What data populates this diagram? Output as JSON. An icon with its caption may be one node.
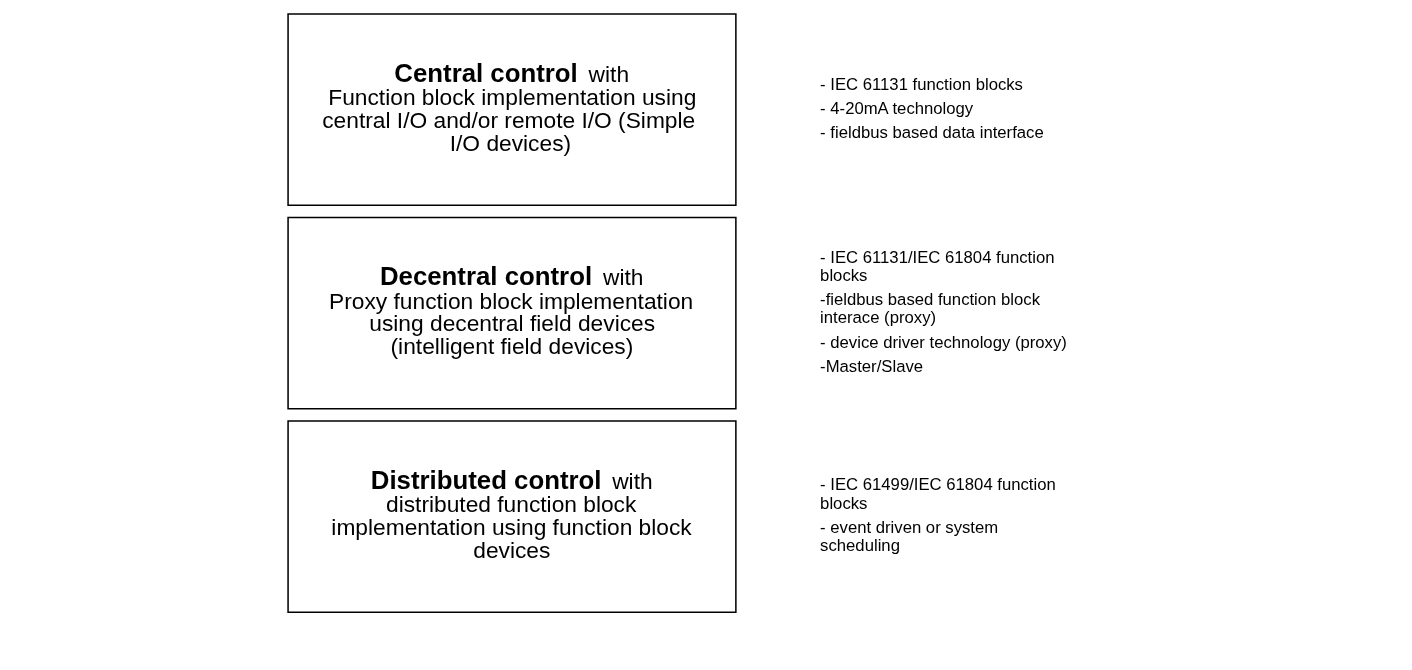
{
  "diagram": {
    "nodes": [
      {
        "text": [
          "**Central control** with",
          "Function block implementation using central I/O and/or remote I/O (Simple I/O devices)"
        ],
        "beside": [
          "- IEC 61131 function blocks",
          "- 4-20mA technology",
          "- fieldbus based data interface"
        ]
      },
      {
        "text": [
          "**Decentral control** with",
          "Proxy function block implementation using decentral field devices (intelligent field devices)"
        ],
        "beside": [
          "- IEC 61131/IEC 61804 function blocks",
          "-fieldbus based function block interace (proxy)",
          "- device driver technology (proxy)",
          "-Master/Slave"
        ]
      },
      {
        "text": [
          "**Distributed control** with",
          "distributed function block implementation using function block devices"
        ],
        "beside": [
          "- IEC 61499/IEC 61804 function blocks",
          "- event driven or system scheduling"
        ]
      }
    ]
  }
}
